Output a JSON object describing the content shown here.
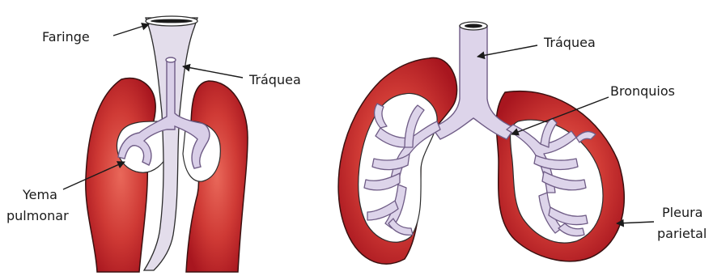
{
  "labels": {
    "faringe": "Faringe",
    "traquea_left": "Tráquea",
    "yema_line1": "Yema",
    "yema_line2": "pulmonar",
    "traquea_right": "Tráquea",
    "bronquios": "Bronquios",
    "pleura_line1": "Pleura",
    "pleura_line2": "parietal"
  },
  "colors": {
    "lung_outer": "#b31d26",
    "lung_inner": "#d8483f",
    "membrane": "#ffffff",
    "airway": "#ddd4ea",
    "airway_stroke": "#6f5c86",
    "outline": "#2b2b2b"
  }
}
